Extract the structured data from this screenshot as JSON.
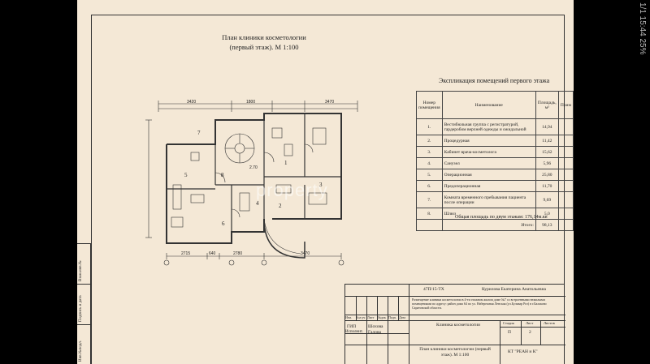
{
  "plan_title": {
    "line1": "План клиники косметологии",
    "line2": "(первый этаж). М 1:100"
  },
  "explication": {
    "title": "Экспликация помещений первого этажа",
    "headers": {
      "num": "Номер помещения",
      "name": "Наименование",
      "area": "Площадь, м²",
      "note": "Прим"
    },
    "rows": [
      {
        "num": "1.",
        "name": "Вестибюльная группа с регистратурой, гардеробом верхней одежды и ожидальной",
        "area": "14,94"
      },
      {
        "num": "2.",
        "name": "Процедурная",
        "area": "11,42"
      },
      {
        "num": "3.",
        "name": "Кабинет врача-косметолога",
        "area": "15,62"
      },
      {
        "num": "4.",
        "name": "Санузел",
        "area": "5,96"
      },
      {
        "num": "5.",
        "name": "Операционная",
        "area": "25,80"
      },
      {
        "num": "6.",
        "name": "Предоперационная",
        "area": "11,70"
      },
      {
        "num": "7.",
        "name": "Комната временного пребывания пациента после операции",
        "area": "9,69"
      },
      {
        "num": "8.",
        "name": "Шлюз",
        "area": "5,0"
      }
    ],
    "total_label": "Итого:",
    "total_value": "98,13",
    "note": "Общая площадь по двум этажам: 176,14м.кв"
  },
  "stamp": {
    "doc_code": "47П/15-ТХ",
    "author": "Курилова Екатерина Анатольевна",
    "description": "Размещение клиники косметологии в 4-ти этажном жилом доме №7 со встроенными нежилыми помещениями по адресу: район дома 64 по ул. Набережная Ленская (ул.Бульвар Роз) в г.Балаково Саратовской области.",
    "cols": [
      "Изм.",
      "Кол.уч",
      "Лист",
      "№док",
      "Подп.",
      "Дата"
    ],
    "roles": [
      "ГИП",
      "Исполнит."
    ],
    "names": [
      "Шохова",
      "Галова"
    ],
    "project_name": "Клиника косметологии",
    "sheet_name": "План клиники косметологии (первый этаж). М 1:100",
    "stage_label": "Стадия",
    "sheet_label": "Лист",
    "sheets_label": "Листов",
    "stage_value": "П",
    "sheet_value": "2",
    "org": "КТ \"РЕАН и К\""
  },
  "side_strip": [
    "Инв.№подл.",
    "Подпись и дата",
    "Взам.инв.№"
  ],
  "plan_dims": {
    "top1": "3420",
    "top2": "1800",
    "top3": "3470",
    "bottom1": "2715",
    "bottom2": "640",
    "bottom3": "2780",
    "bottom4": "3470",
    "level": "2.70"
  },
  "plan_rooms": [
    "1",
    "2",
    "3",
    "4",
    "5",
    "6",
    "7",
    "8"
  ],
  "watermark": "property",
  "viewer": {
    "side_text": "1/1 15:44 25%"
  }
}
